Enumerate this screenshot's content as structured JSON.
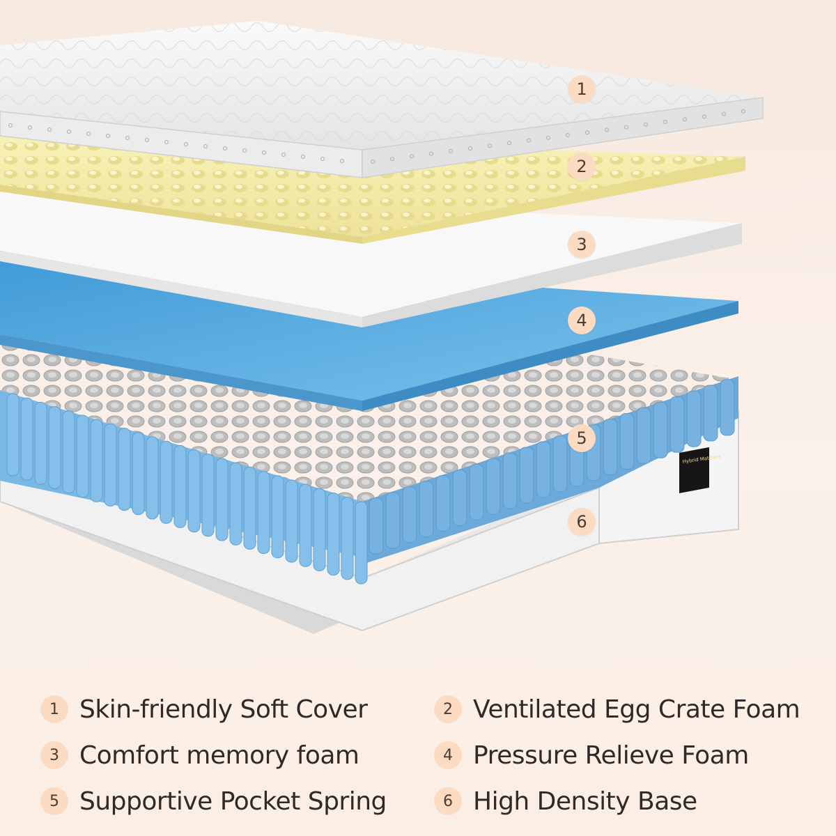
{
  "layers": [
    {
      "number": "1",
      "label": "Skin-friendly Soft Cover"
    },
    {
      "number": "2",
      "label": "Ventilated Egg Crate Foam"
    },
    {
      "number": "3",
      "label": "Comfort memory foam"
    },
    {
      "number": "4",
      "label": "Pressure Relieve Foam"
    },
    {
      "number": "5",
      "label": "Supportive Pocket Spring"
    },
    {
      "number": "6",
      "label": "High Density Base"
    }
  ],
  "tag": {
    "brand": "Hybrid Mattress"
  },
  "colors": {
    "marker": "#fbdcc3",
    "cover": "#f2f2f2",
    "egg_foam": "#f6eeaa",
    "memory_foam": "#f7f7f7",
    "pressure_foam": "#5aaee0",
    "springs": "#7ab8e4",
    "base": "#f2f2f2"
  },
  "icons": [
    "mattress-layers-illustration",
    "label-tag-icon"
  ]
}
